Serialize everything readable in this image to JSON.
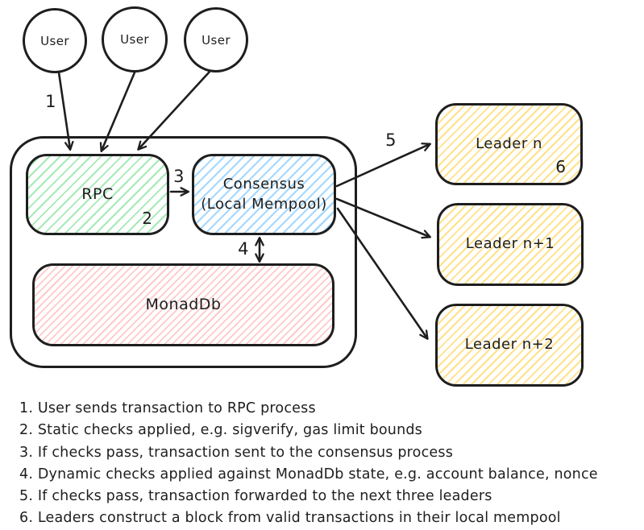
{
  "colors": {
    "stroke": "#1e1e1e",
    "rpc_fill": "#a5eab5",
    "consensus_fill": "#a5d8ff",
    "monaddb_fill": "#ffc9c9",
    "leader_fill": "#ffe18a"
  },
  "nodes": {
    "user1": "User",
    "user2": "User",
    "user3": "User",
    "rpc": "RPC",
    "consensus_line1": "Consensus",
    "consensus_line2": "(Local Mempool)",
    "monaddb": "MonadDb",
    "leader_n": "Leader n",
    "leader_n1": "Leader n+1",
    "leader_n2": "Leader n+2"
  },
  "step_markers": {
    "s1": "1",
    "s2": "2",
    "s3": "3",
    "s4": "4",
    "s5": "5",
    "s6": "6"
  },
  "legend": [
    "1. User sends transaction to RPC process",
    "2. Static checks applied, e.g. sigverify, gas limit bounds",
    "3. If checks pass, transaction sent to the consensus process",
    "4. Dynamic checks applied against MonadDb state, e.g. account balance, nonce",
    "5. If checks pass, transaction forwarded to the next three leaders",
    "6. Leaders construct a block from valid transactions in their local mempool"
  ]
}
